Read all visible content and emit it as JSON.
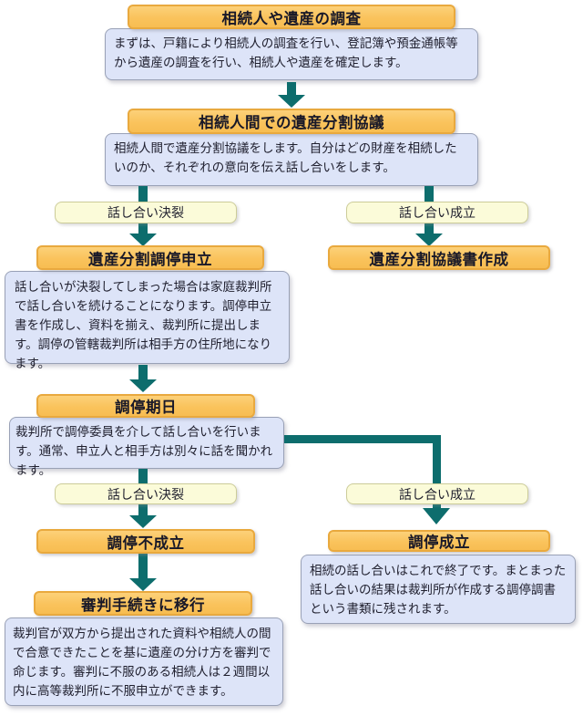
{
  "title": "遺産分割の流れ図",
  "colors": {
    "node_fill": "#fac35c",
    "node_border": "#e9a93e",
    "desc_fill": "#dde4f8",
    "desc_border": "#99a1b6",
    "label_fill": "#fbfbd9",
    "label_border": "#cccc99",
    "arrow": "#0d6d6d",
    "background": "#ffffff"
  },
  "flow": {
    "survey": {
      "title": "相続人や遺産の調査",
      "desc": "まずは、戸籍により相続人の調査を行い、登記簿や預金通帳等から遺産の調査を行い、相続人や遺産を確定します。"
    },
    "discussion": {
      "title": "相続人間での遺産分割協議",
      "desc": "相続人間で遺産分割協議をします。自分はどの財産を相続したいのか、それぞれの意向を伝え話し合いをします。"
    },
    "branch1": {
      "fail_label": "話し合い決裂",
      "success_label": "話し合い成立"
    },
    "mediation_filing": {
      "title": "遺産分割調停申立",
      "desc": "話し合いが決裂してしまった場合は家庭裁判所で話し合いを続けることになります。調停申立書を作成し、資料を揃え、裁判所に提出します。調停の管轄裁判所は相手方の住所地になります。"
    },
    "agreement_doc": {
      "title": "遺産分割協議書作成"
    },
    "mediation_date": {
      "title": "調停期日",
      "desc": "裁判所で調停委員を介して話し合いを行います。通常、申立人と相手方は別々に話を聞かれます。"
    },
    "branch2": {
      "fail_label": "話し合い決裂",
      "success_label": "話し合い成立"
    },
    "mediation_failed": {
      "title": "調停不成立"
    },
    "mediation_success": {
      "title": "調停成立",
      "desc": "相続の話し合いはこれで終了です。まとまった話し合いの結果は裁判所が作成する調停調書という書類に残されます。"
    },
    "trial": {
      "title": "審判手続きに移行",
      "desc": "裁判官が双方から提出された資料や相続人の間で合意できたことを基に遺産の分け方を審判で命じます。審判に不服のある相続人は２週間以内に高等裁判所に不服申立ができます。"
    }
  }
}
